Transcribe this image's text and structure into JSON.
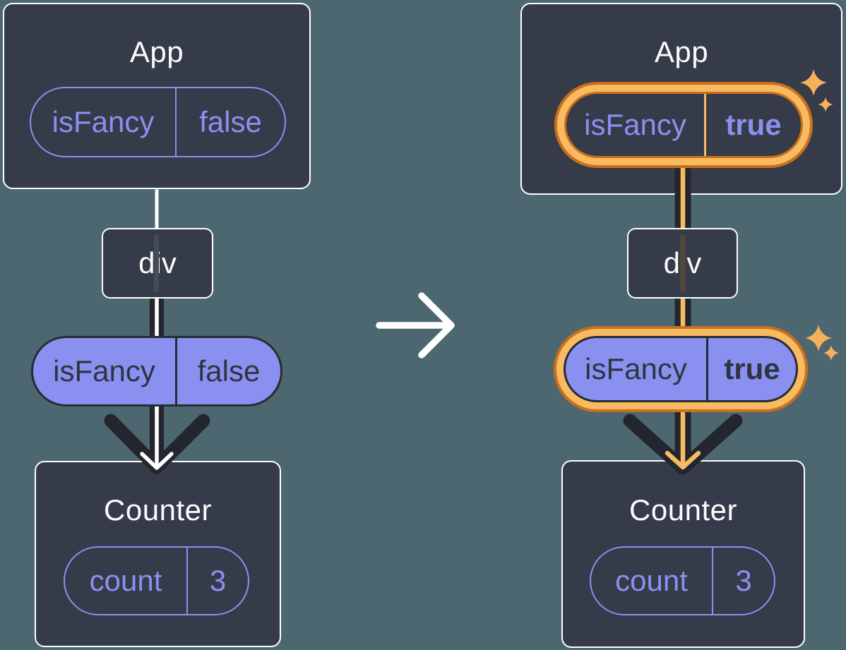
{
  "left": {
    "app": {
      "title": "App",
      "prop_name": "isFancy",
      "prop_value": "false"
    },
    "div_label": "div",
    "passed_prop": {
      "name": "isFancy",
      "value": "false"
    },
    "counter": {
      "title": "Counter",
      "state_name": "count",
      "state_value": "3"
    }
  },
  "right": {
    "app": {
      "title": "App",
      "prop_name": "isFancy",
      "prop_value": "true"
    },
    "div_label": "div",
    "passed_prop": {
      "name": "isFancy",
      "value": "true"
    },
    "counter": {
      "title": "Counter",
      "state_name": "count",
      "state_value": "3"
    }
  },
  "icons": {
    "transition_arrow": "right-arrow",
    "flow_arrow": "down-arrow-with-chevron",
    "sparkle": "four-point-star"
  },
  "colors": {
    "background": "#4C6770",
    "box_fill": "#353B48",
    "box_border": "#FFFFFF",
    "purple": "#8A90F0",
    "pill_text_dark": "#2E3440",
    "arrow_dark": "#23262E",
    "highlight_orange_dark": "#C9701C",
    "highlight_orange_light": "#F9BB61",
    "sparkle": "#F4B15A"
  }
}
